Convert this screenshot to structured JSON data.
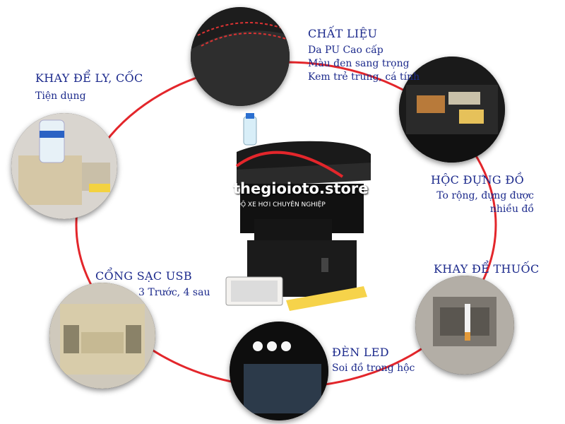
{
  "features": {
    "material": {
      "title": "CHẤT LIỆU",
      "lines": [
        "Da PU Cao cấp",
        "Màu đen sang trọng",
        "Kem trẻ trung, cá tính"
      ]
    },
    "cup_tray": {
      "title": "KHAY ĐỂ LY, CỐC",
      "lines": [
        "Tiện dụng"
      ]
    },
    "storage_box": {
      "title": "HỘC ĐỰNG ĐỒ",
      "lines": [
        "To rộng, đựng được",
        "nhiều đồ"
      ]
    },
    "usb_port": {
      "title": "CỔNG SẠC USB",
      "lines": [
        "3 Trước, 4 sau"
      ]
    },
    "ashtray": {
      "title": "KHAY ĐỂ THUỐC",
      "lines": []
    },
    "led_light": {
      "title": "ĐÈN LED",
      "lines": [
        "Soi đồ trong hộc"
      ]
    }
  },
  "watermark": {
    "brand": "thegioioto.store",
    "tagline": "ĐỘ XE HƠI CHUYÊN NGHIỆP"
  },
  "colors": {
    "ring": "#e3262b",
    "text": "#1c2a8c"
  }
}
